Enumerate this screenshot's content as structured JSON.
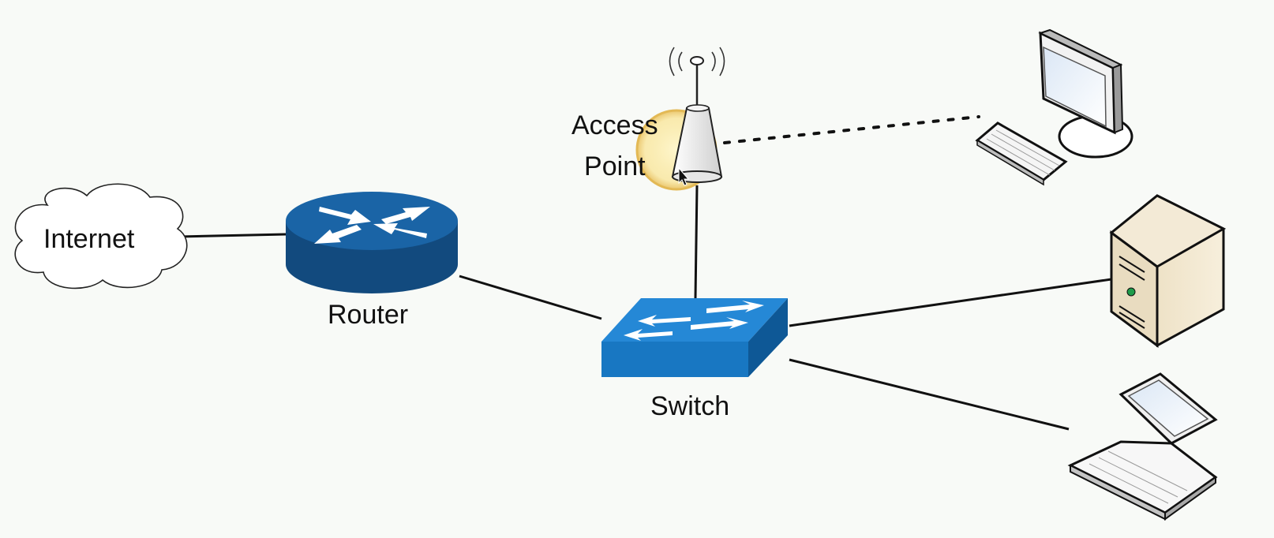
{
  "diagram": {
    "labels": {
      "internet": "Internet",
      "router": "Router",
      "switch": "Switch",
      "access_point_line1": "Access",
      "access_point_line2": "Point"
    },
    "nodes": [
      {
        "id": "internet",
        "kind": "cloud"
      },
      {
        "id": "router",
        "kind": "router"
      },
      {
        "id": "switch",
        "kind": "switch"
      },
      {
        "id": "access-point",
        "kind": "wireless-access-point"
      },
      {
        "id": "desktop-computer",
        "kind": "desktop"
      },
      {
        "id": "server",
        "kind": "tower-server"
      },
      {
        "id": "laptop",
        "kind": "laptop"
      }
    ],
    "links": [
      {
        "from": "internet",
        "to": "router",
        "style": "solid"
      },
      {
        "from": "router",
        "to": "switch",
        "style": "solid"
      },
      {
        "from": "switch",
        "to": "access-point",
        "style": "solid"
      },
      {
        "from": "switch",
        "to": "server",
        "style": "solid"
      },
      {
        "from": "switch",
        "to": "laptop",
        "style": "solid"
      },
      {
        "from": "access-point",
        "to": "desktop-computer",
        "style": "dotted"
      }
    ],
    "colors": {
      "network_blue": "#1a64a6",
      "network_blue_dark": "#124a7e",
      "switch_blue": "#1877c2",
      "highlight": "#f7d774",
      "server_beige": "#e9dcc0",
      "background": "#f8faf7"
    }
  }
}
